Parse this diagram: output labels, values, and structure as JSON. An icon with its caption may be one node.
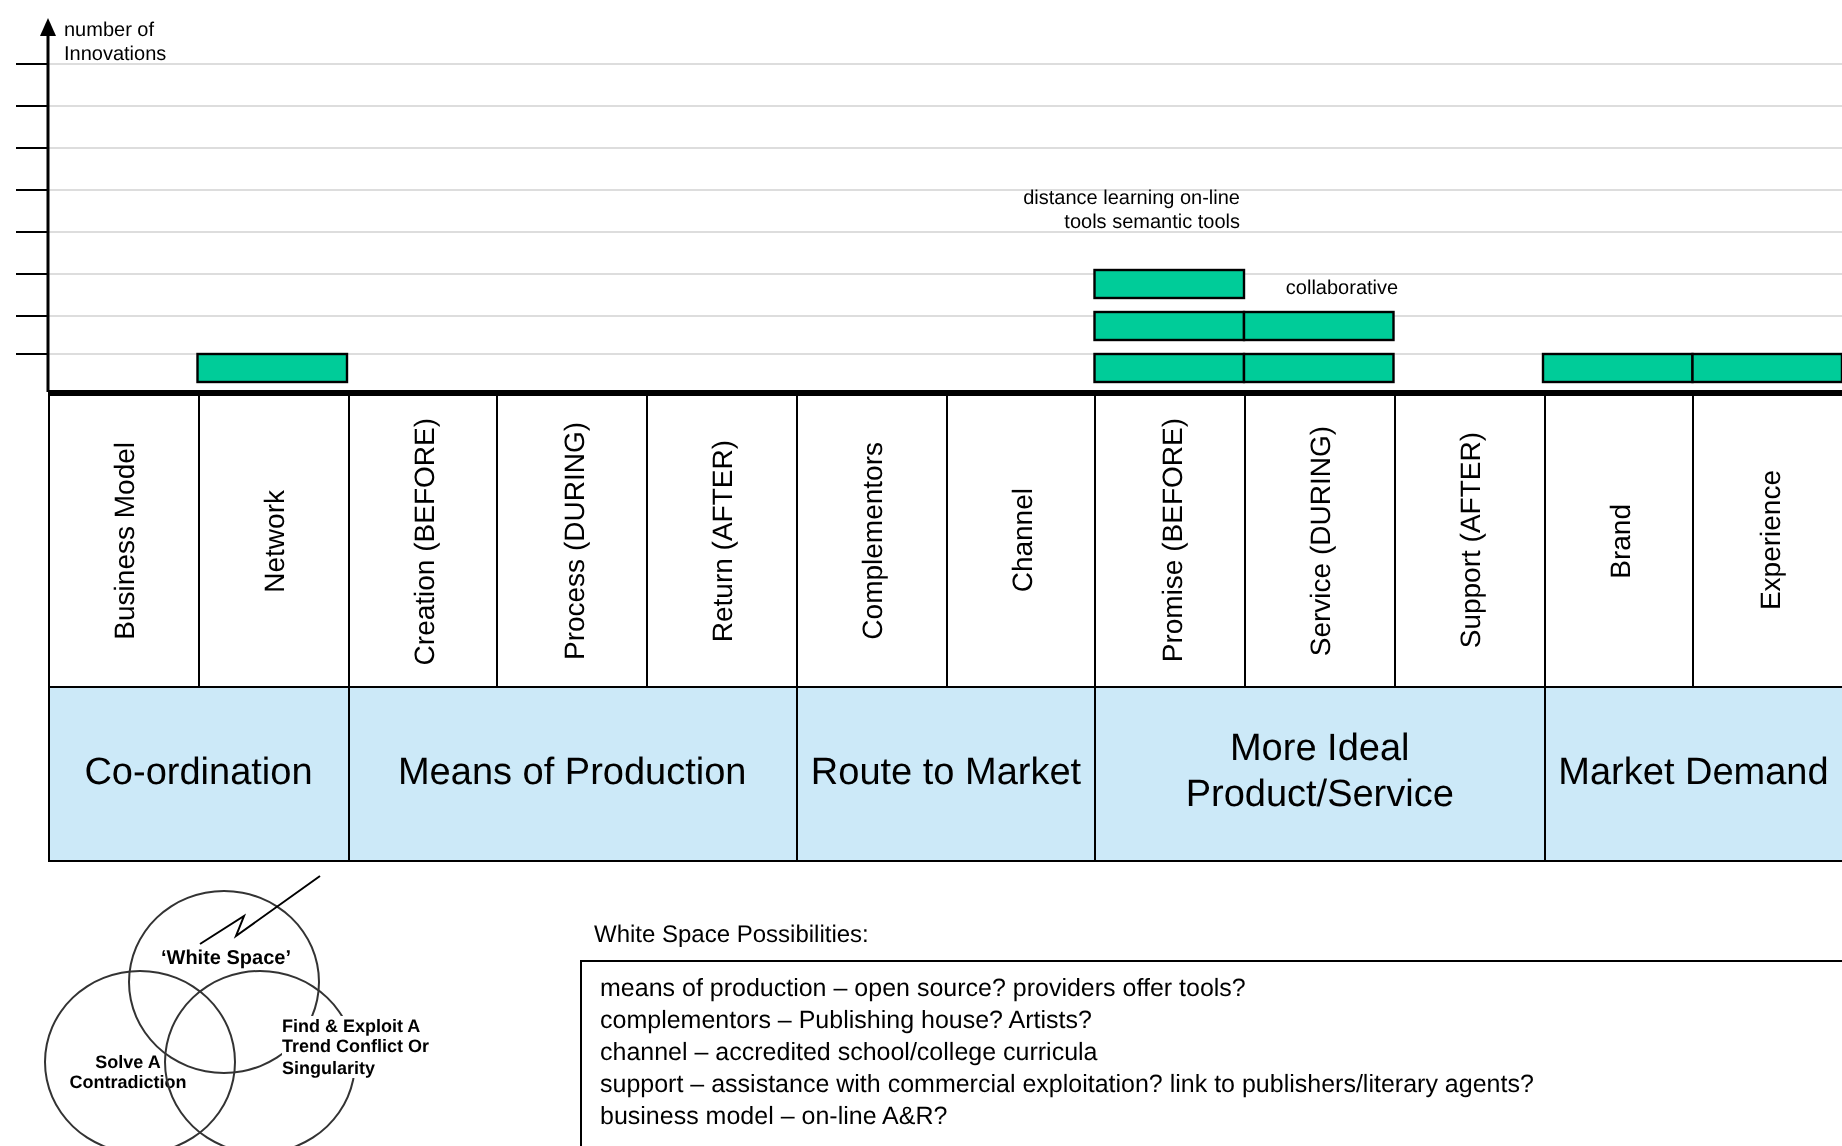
{
  "diagram": {
    "nodes": [
      {
        "text": [
          "Business Model"
        ]
      },
      {
        "text": [
          "Network"
        ]
      },
      {
        "text": [
          "Creation (BEFORE)"
        ]
      },
      {
        "text": [
          "Process (DURING)"
        ]
      },
      {
        "text": [
          "Return (AFTER)"
        ]
      },
      {
        "text": [
          "Complementors"
        ]
      },
      {
        "text": [
          "Channel"
        ]
      },
      {
        "text": [
          "Promise (BEFORE)"
        ]
      },
      {
        "text": [
          "Service (DURING)"
        ]
      },
      {
        "text": [
          "Support (AFTER)"
        ]
      },
      {
        "text": [
          "Brand"
        ]
      },
      {
        "text": [
          "Experience"
        ]
      },
      {
        "text": [
          "Co-ordination"
        ]
      },
      {
        "text": [
          "Means of Production"
        ]
      },
      {
        "text": [
          "Route to Market"
        ]
      },
      {
        "text": [
          "More Ideal Product/Service"
        ]
      },
      {
        "text": [
          "Market Demand"
        ]
      },
      {
        "text": [
          "‘White Space’"
        ]
      },
      {
        "text": [
          "Solve A Contradiction"
        ]
      },
      {
        "text": [
          "Find & Exploit A Trend Conflict Or Singularity"
        ]
      },
      {
        "text": [
          "White Space Possibilities:",
          "means of production – open source? providers offer tools?",
          "complementors – Publishing house? Artists?",
          "channel – accredited school/college curricula",
          "support – assistance with commercial exploitation? link to publishers/literary agents?",
          "business model – on-line A&R?"
        ]
      }
    ],
    "labels": [
      "number of Innovations",
      "distance learning on-line tools semantic tools",
      "collaborative"
    ]
  }
}
